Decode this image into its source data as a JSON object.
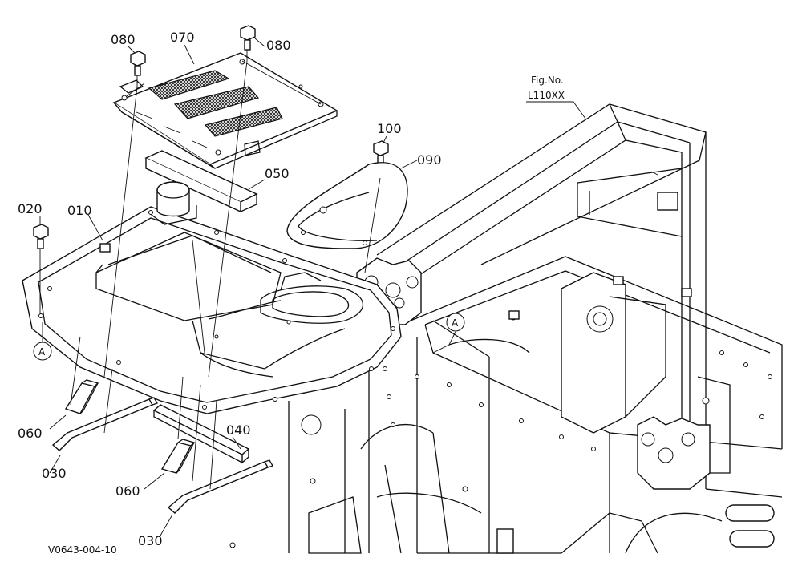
{
  "figure": {
    "fig_no_label": "Fig.No.",
    "fig_no_value": "L110XX",
    "drawing_code": "V0643-004-10"
  },
  "callouts": {
    "c010": "010",
    "c020": "020",
    "c030a": "030",
    "c030b": "030",
    "c040": "040",
    "c050": "050",
    "c060a": "060",
    "c060b": "060",
    "c070": "070",
    "c080a": "080",
    "c080b": "080",
    "c090": "090",
    "c100": "100"
  },
  "reference_marks": {
    "left": "A",
    "right": "A"
  }
}
